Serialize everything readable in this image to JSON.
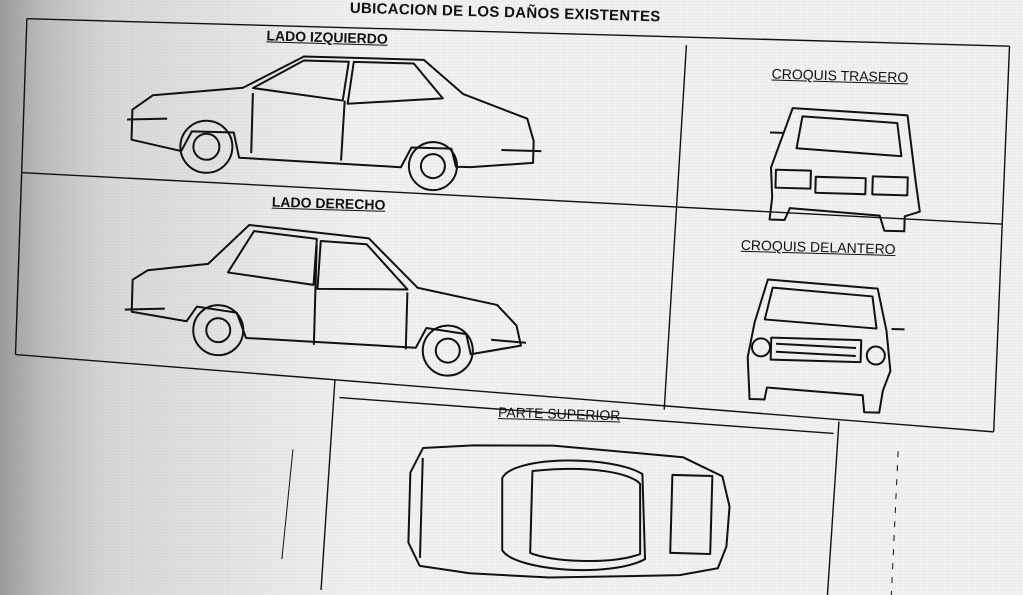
{
  "form": {
    "title": "UBICACION DE LOS DAÑOS EXISTENTES",
    "sections": {
      "left_side": "LADO IZQUIERDO",
      "right_side": "LADO DERECHO",
      "rear_sketch": "CROQUIS TRASERO",
      "front_sketch": "CROQUIS DELANTERO",
      "top_view": "PARTE SUPERIOR"
    }
  },
  "colors": {
    "ink": "#111111",
    "paper": "#f2f2f0"
  }
}
